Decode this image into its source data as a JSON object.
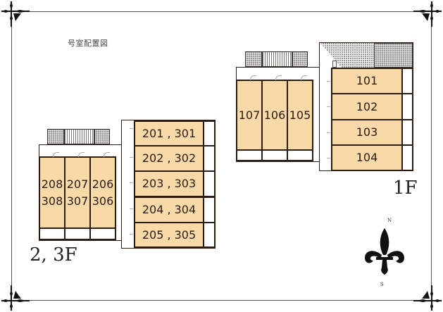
{
  "title": "号室配置図",
  "floors": {
    "upper": {
      "label": "2, 3F",
      "units_vertical": [
        {
          "label": "208\n308",
          "line1": "208",
          "line2": "308"
        },
        {
          "label": "207\n307",
          "line1": "207",
          "line2": "307"
        },
        {
          "label": "206\n306",
          "line1": "206",
          "line2": "306"
        }
      ],
      "units_horizontal": [
        {
          "label": "201 , 301"
        },
        {
          "label": "202 , 302"
        },
        {
          "label": "203 , 303"
        },
        {
          "label": "204 , 304"
        },
        {
          "label": "205 , 305"
        }
      ]
    },
    "ground": {
      "label": "1F",
      "units_vertical": [
        {
          "label": "107"
        },
        {
          "label": "106"
        },
        {
          "label": "105"
        }
      ],
      "units_horizontal": [
        {
          "label": "101"
        },
        {
          "label": "102"
        },
        {
          "label": "103"
        },
        {
          "label": "104"
        }
      ]
    }
  },
  "compass": {
    "north": "N",
    "south": "S",
    "icon": "fleur-de-lis-icon"
  },
  "colors": {
    "unit_fill": "#f8d9a8",
    "wall": "#2b1d12",
    "frame": "#555555"
  }
}
